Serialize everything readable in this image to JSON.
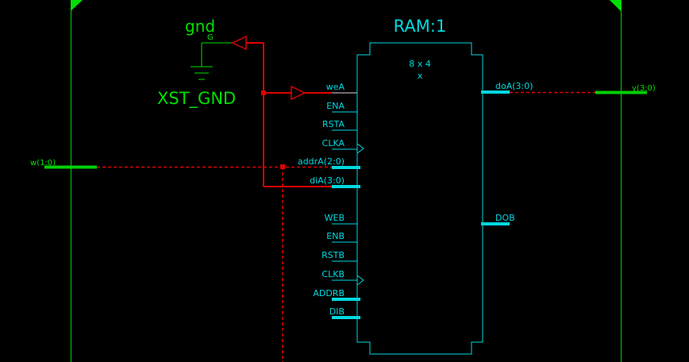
{
  "gnd": {
    "label": "gnd",
    "pin": "G",
    "name": "XST_GND"
  },
  "ram": {
    "title": "RAM:1",
    "config_line1": "8 x 4",
    "config_line2": "x",
    "left_ports": [
      "weA",
      "ENA",
      "RSTA",
      "CLKA",
      "addrA(2:0)",
      "diA(3:0)",
      "WEB",
      "ENB",
      "RSTB",
      "CLKB",
      "ADDRB",
      "DIB"
    ],
    "right_ports": [
      "doA(3:0)",
      "DOB"
    ]
  },
  "nets": {
    "input": "w(1:0)",
    "output": "y(3:0)"
  },
  "colors": {
    "background": "#000000",
    "cyan": "#00d8e0",
    "green": "#00e000",
    "bus_green": "#00d000",
    "red": "#e00000"
  }
}
